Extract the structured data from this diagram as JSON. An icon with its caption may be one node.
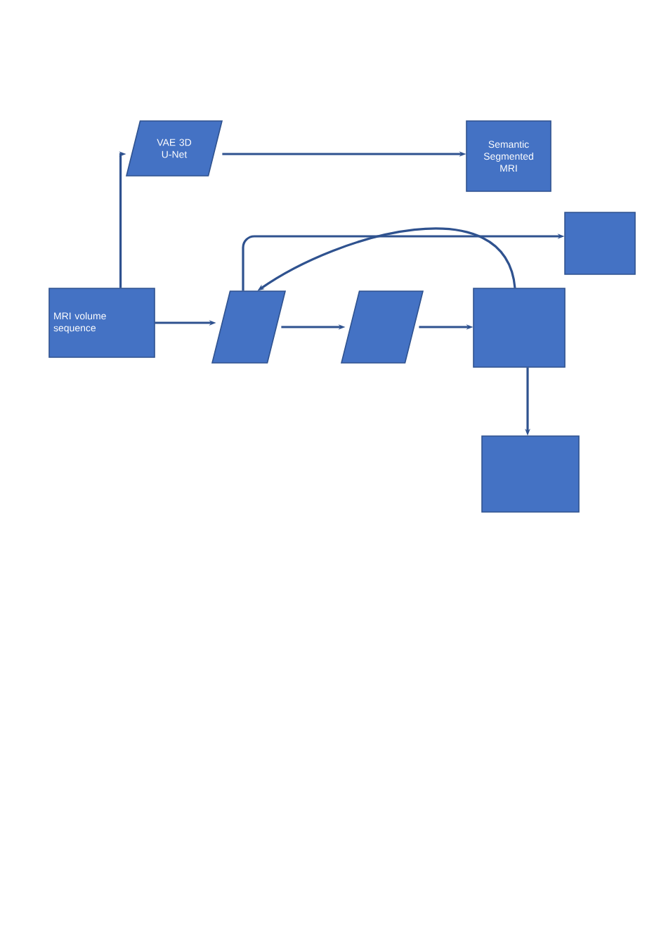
{
  "diagram": {
    "nodes": [
      {
        "text": [
          "VAE 3D U-Net"
        ]
      },
      {
        "text": [
          "Semantic Segmented MRI"
        ]
      },
      {
        "text": [
          "MRI volume sequence"
        ]
      },
      {
        "text": [],
        "shape": "box"
      },
      {
        "text": [],
        "shape": "parallelogram"
      },
      {
        "text": [],
        "shape": "parallelogram"
      },
      {
        "text": [],
        "shape": "box"
      },
      {
        "text": [],
        "shape": "box"
      }
    ],
    "edges": [
      {
        "from": 2,
        "to": 0,
        "arrow": "to"
      },
      {
        "from": 0,
        "to": 1,
        "arrow": "to"
      },
      {
        "from": 2,
        "to": 4,
        "arrow": "to"
      },
      {
        "from": 4,
        "to": 5,
        "arrow": "to"
      },
      {
        "from": 5,
        "to": 6,
        "arrow": "to"
      },
      {
        "from": 6,
        "to": 4,
        "arrow": "to"
      },
      {
        "from": 4,
        "to": 3,
        "arrow": "to"
      },
      {
        "from": 6,
        "to": 7,
        "arrow": "to"
      }
    ]
  }
}
